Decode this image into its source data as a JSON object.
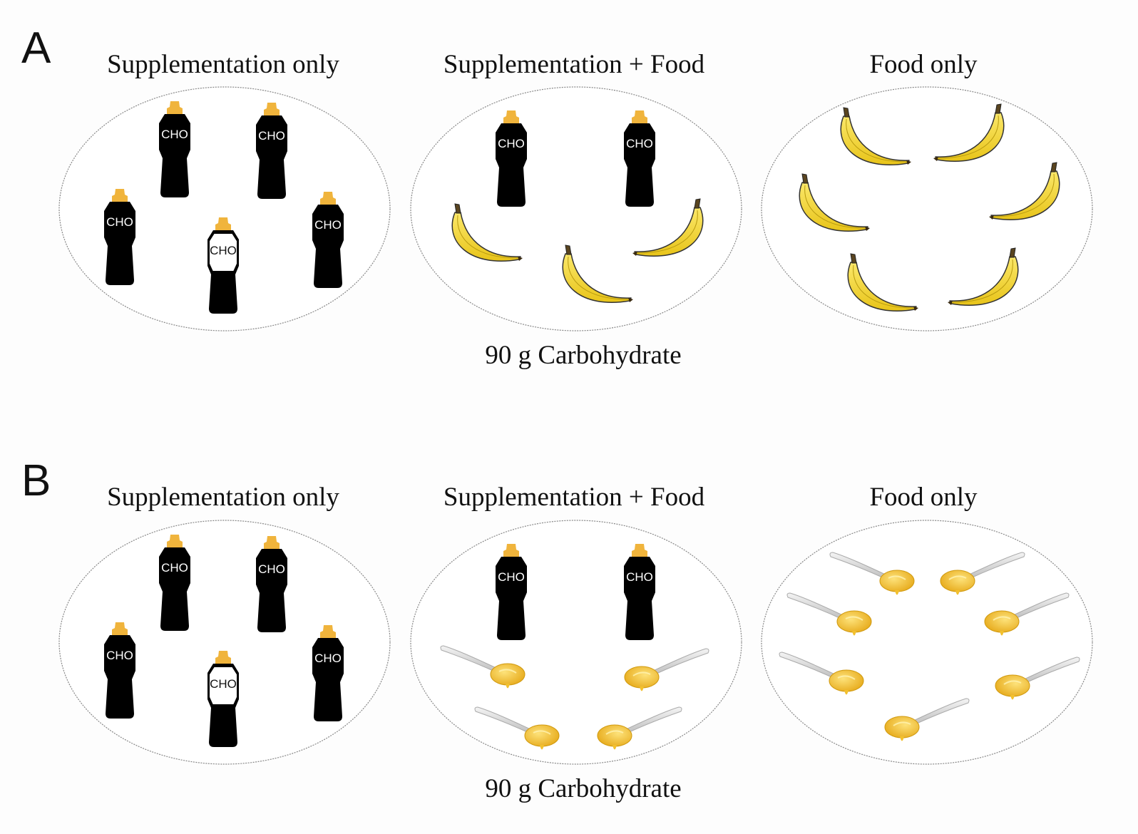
{
  "panels": [
    {
      "letter": "A",
      "groups": [
        {
          "title": "Supplementation only"
        },
        {
          "title": "Supplementation + Food"
        },
        {
          "title": "Food only"
        }
      ],
      "footer": "90 g Carbohydrate",
      "food_item": "banana-icon"
    },
    {
      "letter": "B",
      "groups": [
        {
          "title": "Supplementation only"
        },
        {
          "title": "Supplementation + Food"
        },
        {
          "title": "Food only"
        }
      ],
      "footer": "90 g Carbohydrate",
      "food_item": "honey-spoon-icon"
    }
  ],
  "bottle_label": "CHO",
  "colors": {
    "bottle": "#000000",
    "cap": "#f0b43c",
    "banana": "#f5dc3c",
    "honey": "#f2c02e",
    "spoon": "#d4d4d4",
    "outline": "#888888"
  }
}
